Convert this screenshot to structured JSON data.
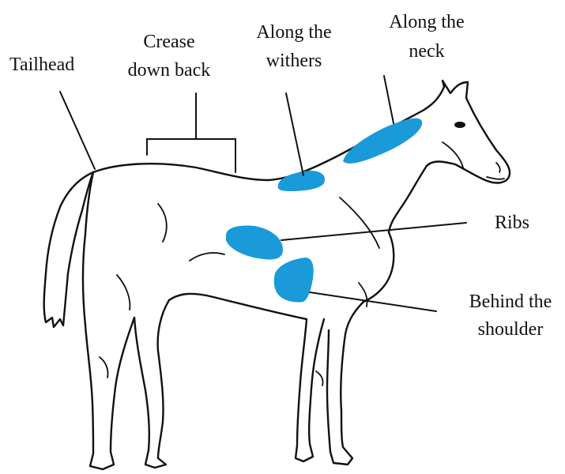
{
  "colors": {
    "highlight": "#1a9ad9",
    "line": "#111111",
    "background": "#ffffff"
  },
  "labels": {
    "tailhead": "Tailhead",
    "crease_line1": "Crease",
    "crease_line2": "down back",
    "withers_line1": "Along the",
    "withers_line2": "withers",
    "neck_line1": "Along the",
    "neck_line2": "neck",
    "ribs": "Ribs",
    "shoulder_line1": "Behind the",
    "shoulder_line2": "shoulder"
  }
}
